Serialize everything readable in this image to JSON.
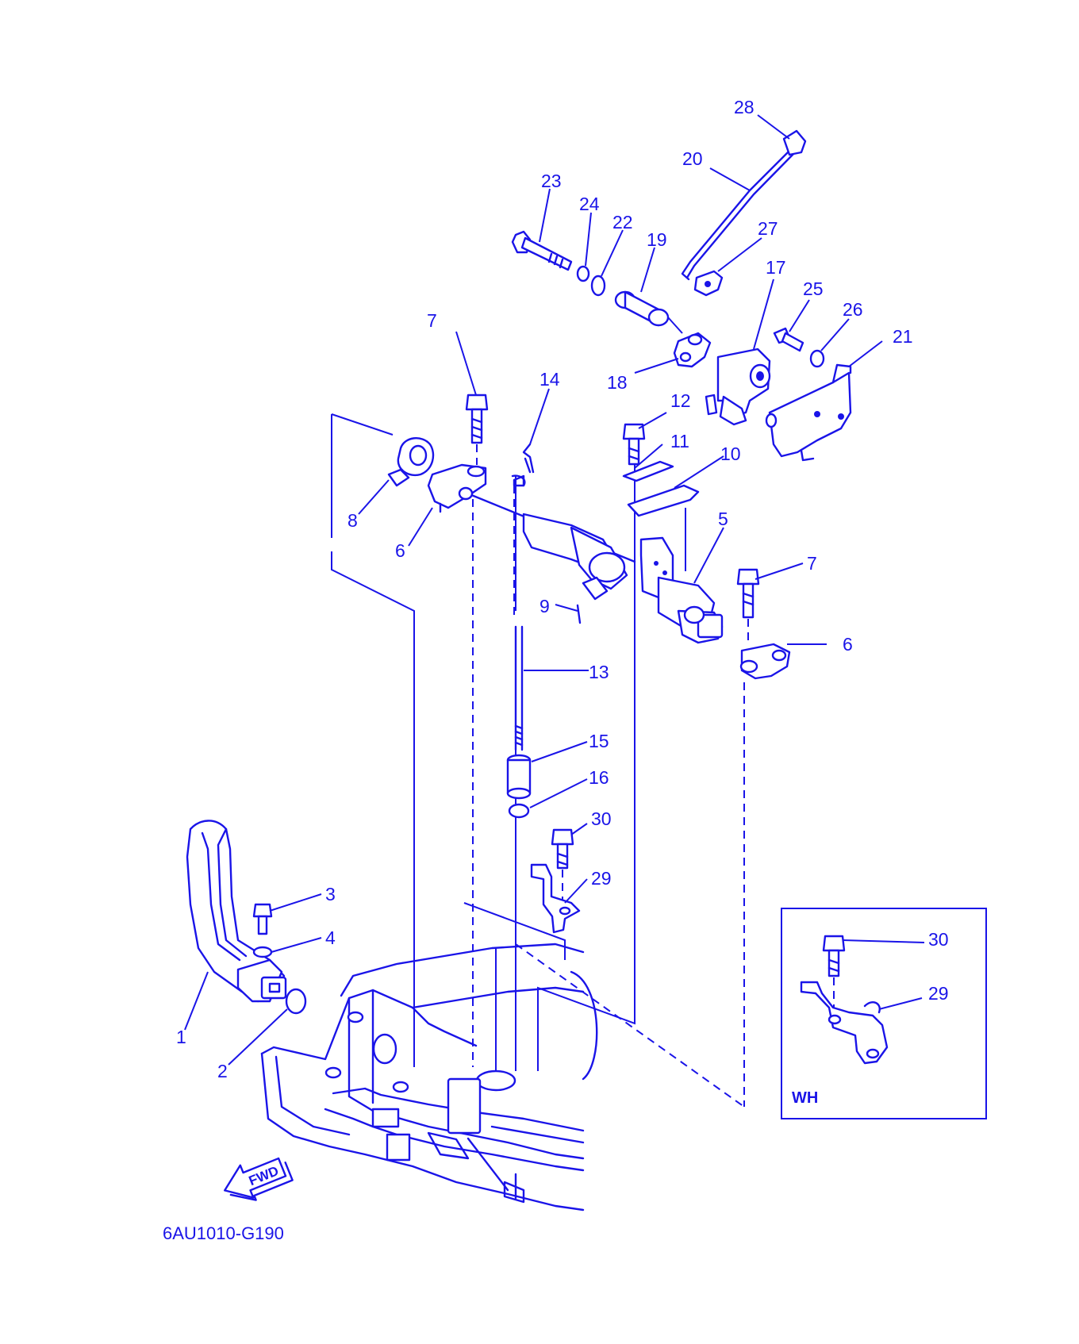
{
  "diagram": {
    "drawing_code": "6AU1010-G190",
    "fwd_label": "FWD",
    "inset_label": "WH",
    "line_color": "#1a14e8",
    "callouts": [
      "1",
      "2",
      "3",
      "4",
      "5",
      "6",
      "6",
      "7",
      "7",
      "8",
      "9",
      "10",
      "11",
      "12",
      "13",
      "14",
      "15",
      "16",
      "17",
      "18",
      "19",
      "20",
      "21",
      "22",
      "23",
      "24",
      "25",
      "26",
      "27",
      "28",
      "29",
      "30",
      "29",
      "30"
    ]
  }
}
